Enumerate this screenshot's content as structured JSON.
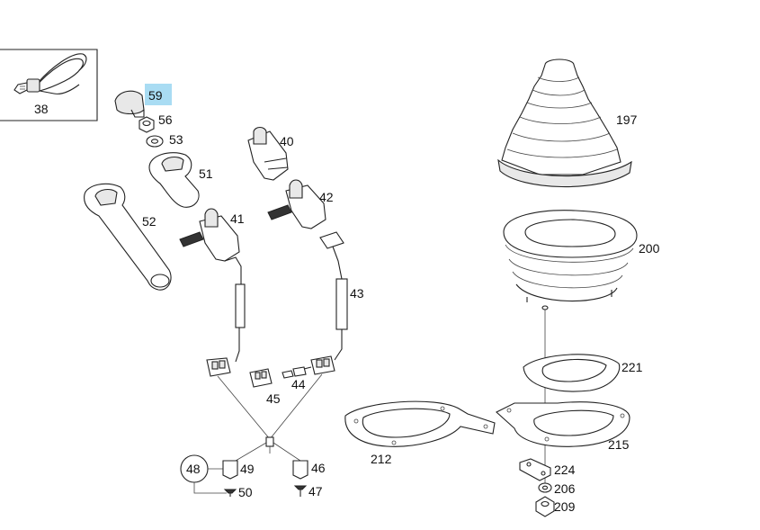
{
  "diagram": {
    "highlight_color": "#a9dcf3",
    "parts": [
      {
        "id": "p38",
        "number": "38"
      },
      {
        "id": "p59",
        "number": "59",
        "highlighted": true
      },
      {
        "id": "p56",
        "number": "56"
      },
      {
        "id": "p53",
        "number": "53"
      },
      {
        "id": "p51",
        "number": "51"
      },
      {
        "id": "p52",
        "number": "52"
      },
      {
        "id": "p40",
        "number": "40"
      },
      {
        "id": "p41",
        "number": "41"
      },
      {
        "id": "p42",
        "number": "42"
      },
      {
        "id": "p43",
        "number": "43"
      },
      {
        "id": "p44",
        "number": "44"
      },
      {
        "id": "p45",
        "number": "45"
      },
      {
        "id": "p46",
        "number": "46"
      },
      {
        "id": "p47",
        "number": "47"
      },
      {
        "id": "p48",
        "number": "48"
      },
      {
        "id": "p49",
        "number": "49"
      },
      {
        "id": "p50",
        "number": "50"
      },
      {
        "id": "p197",
        "number": "197"
      },
      {
        "id": "p200",
        "number": "200"
      },
      {
        "id": "p221",
        "number": "221"
      },
      {
        "id": "p212",
        "number": "212"
      },
      {
        "id": "p215",
        "number": "215"
      },
      {
        "id": "p224",
        "number": "224"
      },
      {
        "id": "p206",
        "number": "206"
      },
      {
        "id": "p209",
        "number": "209"
      }
    ]
  }
}
